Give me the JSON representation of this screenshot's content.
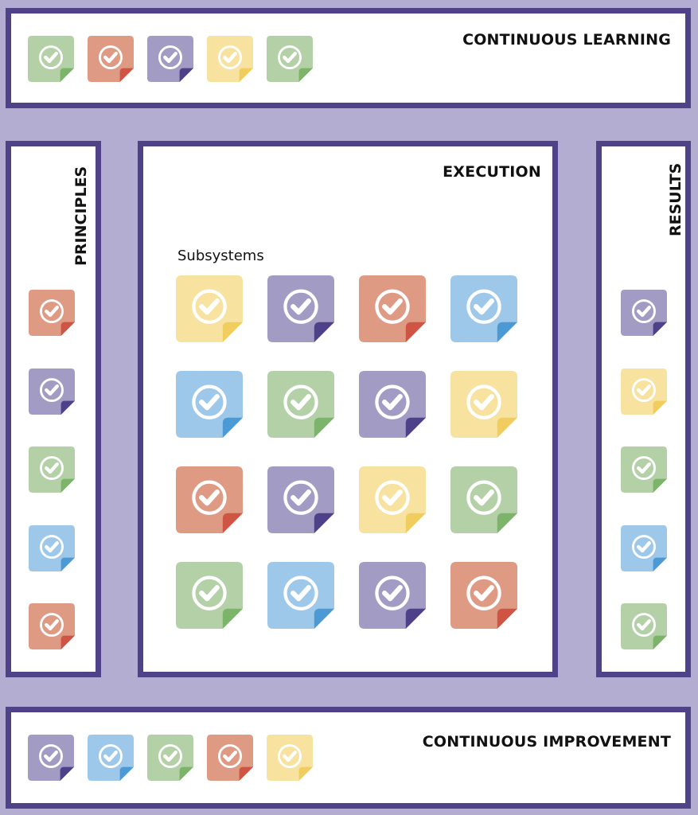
{
  "colors": {
    "background": "#b3aed1",
    "border": "#4f4289",
    "green": [
      "#b3d0a6",
      "#7cb46a"
    ],
    "red": [
      "#df9a84",
      "#d05444"
    ],
    "purple": [
      "#a29bc4",
      "#4e4189"
    ],
    "yellow": [
      "#f8e2a0",
      "#f0cd5e"
    ],
    "blue": [
      "#9ec8ea",
      "#4b9ad6"
    ]
  },
  "continuous_learning": {
    "title": "CONTINUOUS LEARNING",
    "notes": [
      "green",
      "red",
      "purple",
      "yellow",
      "green"
    ]
  },
  "principles": {
    "title": "PRINCIPLES",
    "notes": [
      "red",
      "purple",
      "green",
      "blue",
      "red"
    ]
  },
  "execution": {
    "title": "EXECUTION",
    "subtitle": "Subsystems",
    "grid": [
      [
        "yellow",
        "purple",
        "red",
        "blue"
      ],
      [
        "blue",
        "green",
        "purple",
        "yellow"
      ],
      [
        "red",
        "purple",
        "yellow",
        "green"
      ],
      [
        "green",
        "blue",
        "purple",
        "red"
      ]
    ]
  },
  "results": {
    "title": "RESULTS",
    "notes": [
      "purple",
      "yellow",
      "green",
      "blue",
      "green"
    ]
  },
  "continuous_improvement": {
    "title": "CONTINUOUS IMPROVEMENT",
    "notes": [
      "purple",
      "blue",
      "green",
      "red",
      "yellow"
    ]
  }
}
